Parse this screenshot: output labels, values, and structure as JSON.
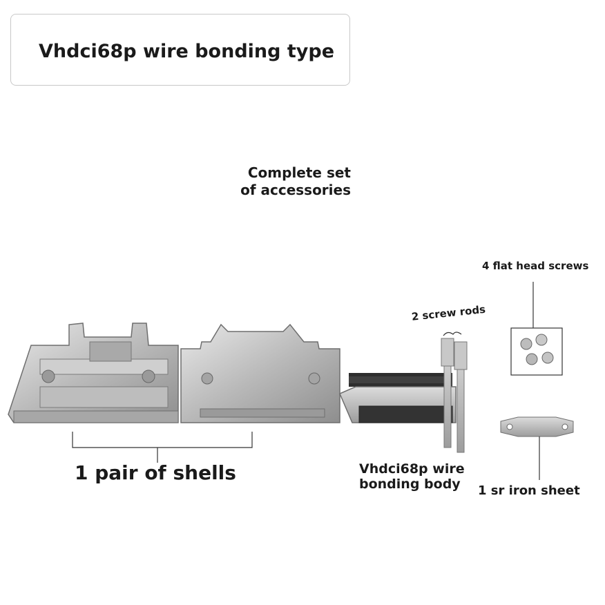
{
  "title": "Vhdci68p wire bonding type",
  "subtitle_line1": "Complete set",
  "subtitle_line2": "of accessories",
  "labels": {
    "shells": "1 pair of shells",
    "body_line1": "Vhdci68p wire",
    "body_line2": "bonding body",
    "screw_rods": "2 screw rods",
    "screws": "4 flat head screws",
    "iron_sheet": "1 sr iron sheet"
  }
}
